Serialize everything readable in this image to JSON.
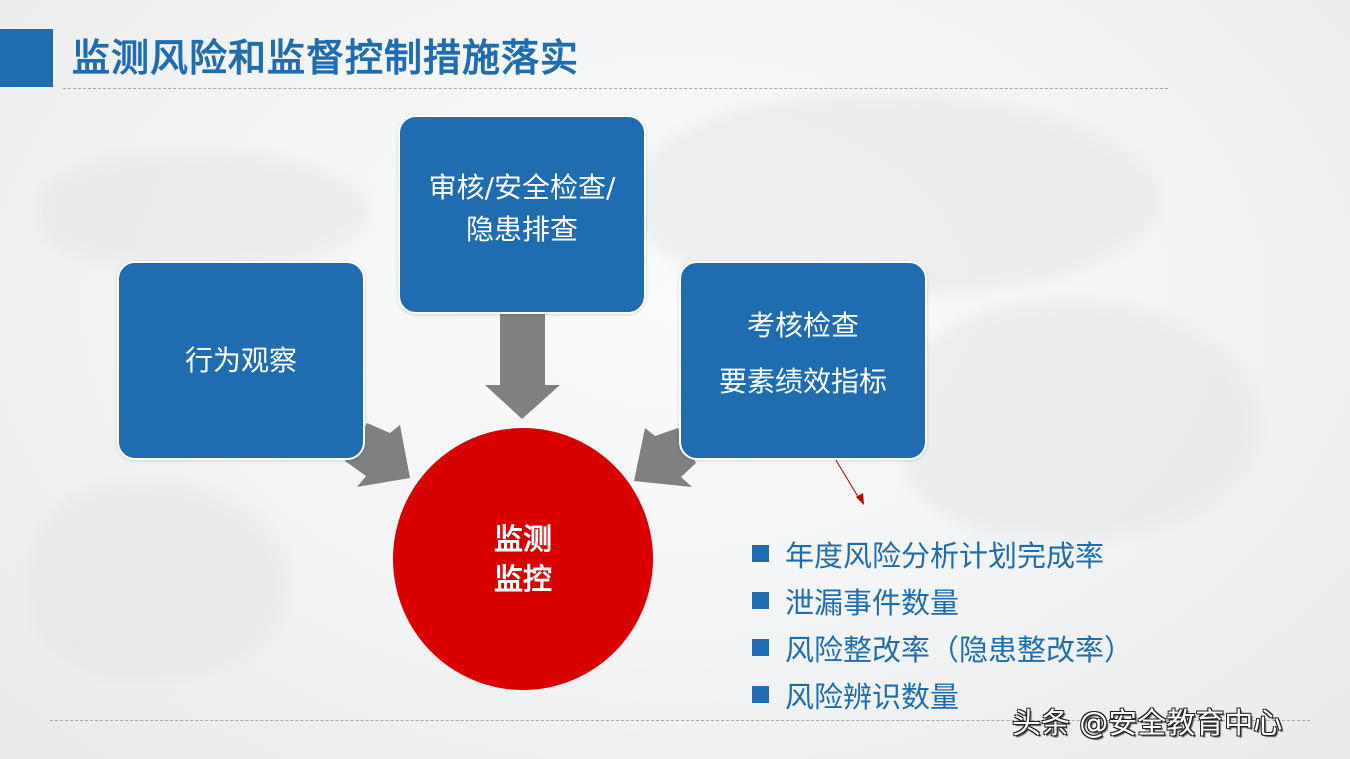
{
  "slide": {
    "title": "监测风险和监督控制措施落实",
    "colors": {
      "accent_blue": "#1f6db0",
      "center_red": "#d90000",
      "arrow_gray": "#808080",
      "pointer_red": "#c00000"
    }
  },
  "diagram": {
    "center": {
      "line1": "监测",
      "line2": "监控"
    },
    "boxes": [
      {
        "id": "top",
        "lines": [
          "审核/安全检查/",
          "隐患排查"
        ]
      },
      {
        "id": "left",
        "lines": [
          "行为观察"
        ]
      },
      {
        "id": "right",
        "lines": [
          "考核检查",
          "要素绩效指标"
        ]
      }
    ],
    "arrows": [
      {
        "from": "top",
        "to": "center",
        "icon": "arrow-down-icon"
      },
      {
        "from": "left",
        "to": "center",
        "icon": "arrow-down-right-icon"
      },
      {
        "from": "right",
        "to": "center",
        "icon": "arrow-down-left-icon"
      }
    ]
  },
  "indicators": {
    "items": [
      "年度风险分析计划完成率",
      "泄漏事件数量",
      "风险整改率（隐患整改率）",
      "风险辨识数量"
    ]
  },
  "watermark": {
    "text": "头条 @安全教育中心"
  }
}
